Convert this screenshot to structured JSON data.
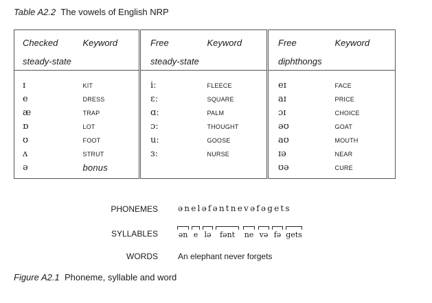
{
  "table_caption": {
    "number": "Table A2.2",
    "text": "The vowels of English NRP"
  },
  "headers": [
    [
      "Checked",
      "steady-state"
    ],
    [
      "Keyword"
    ],
    [
      "Free",
      "steady-state"
    ],
    [
      "Keyword"
    ],
    [
      "Free",
      "diphthongs"
    ],
    [
      "Keyword"
    ]
  ],
  "rows": [
    [
      "ɪ",
      "KIT",
      "iː",
      "FLEECE",
      "eɪ",
      "FACE"
    ],
    [
      "e",
      "DRESS",
      "ɛː",
      "SQUARE",
      "aɪ",
      "PRICE"
    ],
    [
      "æ",
      "TRAP",
      "ɑː",
      "PALM",
      "ɔɪ",
      "CHOICE"
    ],
    [
      "ɒ",
      "LOT",
      "ɔː",
      "THOUGHT",
      "əʊ",
      "GOAT"
    ],
    [
      "ʊ",
      "FOOT",
      "uː",
      "GOOSE",
      "aʊ",
      "MOUTH"
    ],
    [
      "ʌ",
      "STRUT",
      "ɜː",
      "NURSE",
      "ɪə",
      "NEAR"
    ],
    [
      "ə",
      "bonus",
      "",
      "",
      "ʊə",
      "CURE"
    ]
  ],
  "figure": {
    "phonemes_label": "PHONEMES",
    "phonemes": "ənelәfәntnevәfәgets",
    "syllables_label": "SYLLABLES",
    "syllables": [
      "ən",
      "e",
      "lə",
      "fənt",
      "ne",
      "və",
      "fə",
      "gets"
    ],
    "words_label": "WORDS",
    "words": "An elephant never forgets"
  },
  "figure_caption": {
    "number": "Figure A2.1",
    "text": "Phoneme, syllable and word"
  }
}
